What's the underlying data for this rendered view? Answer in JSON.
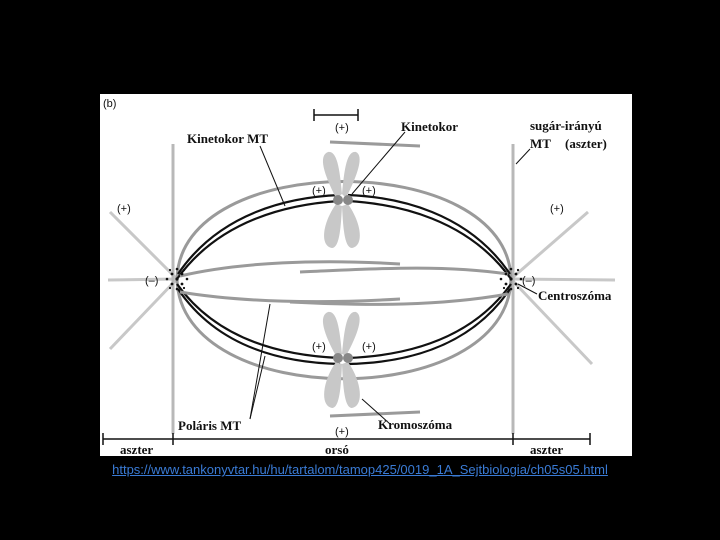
{
  "figure": {
    "panel_label": "(b)",
    "labels": {
      "kinetochore_mt": "Kinetokor MT",
      "kinetochore": "Kinetokor",
      "radial_mt_line1": "sugár-irányú",
      "radial_mt_line2": "MT",
      "radial_mt_aster": "(aszter)",
      "centrosome": "Centroszóma",
      "polar_mt": "Poláris MT",
      "chromosome": "Kromoszóma"
    },
    "signs": {
      "plus": "(+)",
      "minus": "(–)"
    },
    "bottom_labels": {
      "left": "aszter",
      "middle": "orsó",
      "right": "aszter"
    }
  },
  "source_link": "https://www.tankonyvtar.hu/hu/tartalom/tamop425/0019_1A_Sejtbiologia/ch05s05.html",
  "colors": {
    "background": "#000000",
    "figure_background": "#ffffff",
    "polar_mt": "#9a9a9a",
    "kinetochore_mt": "#111111",
    "chromosome": "#c8c8c8",
    "link": "#3a7bd5"
  }
}
